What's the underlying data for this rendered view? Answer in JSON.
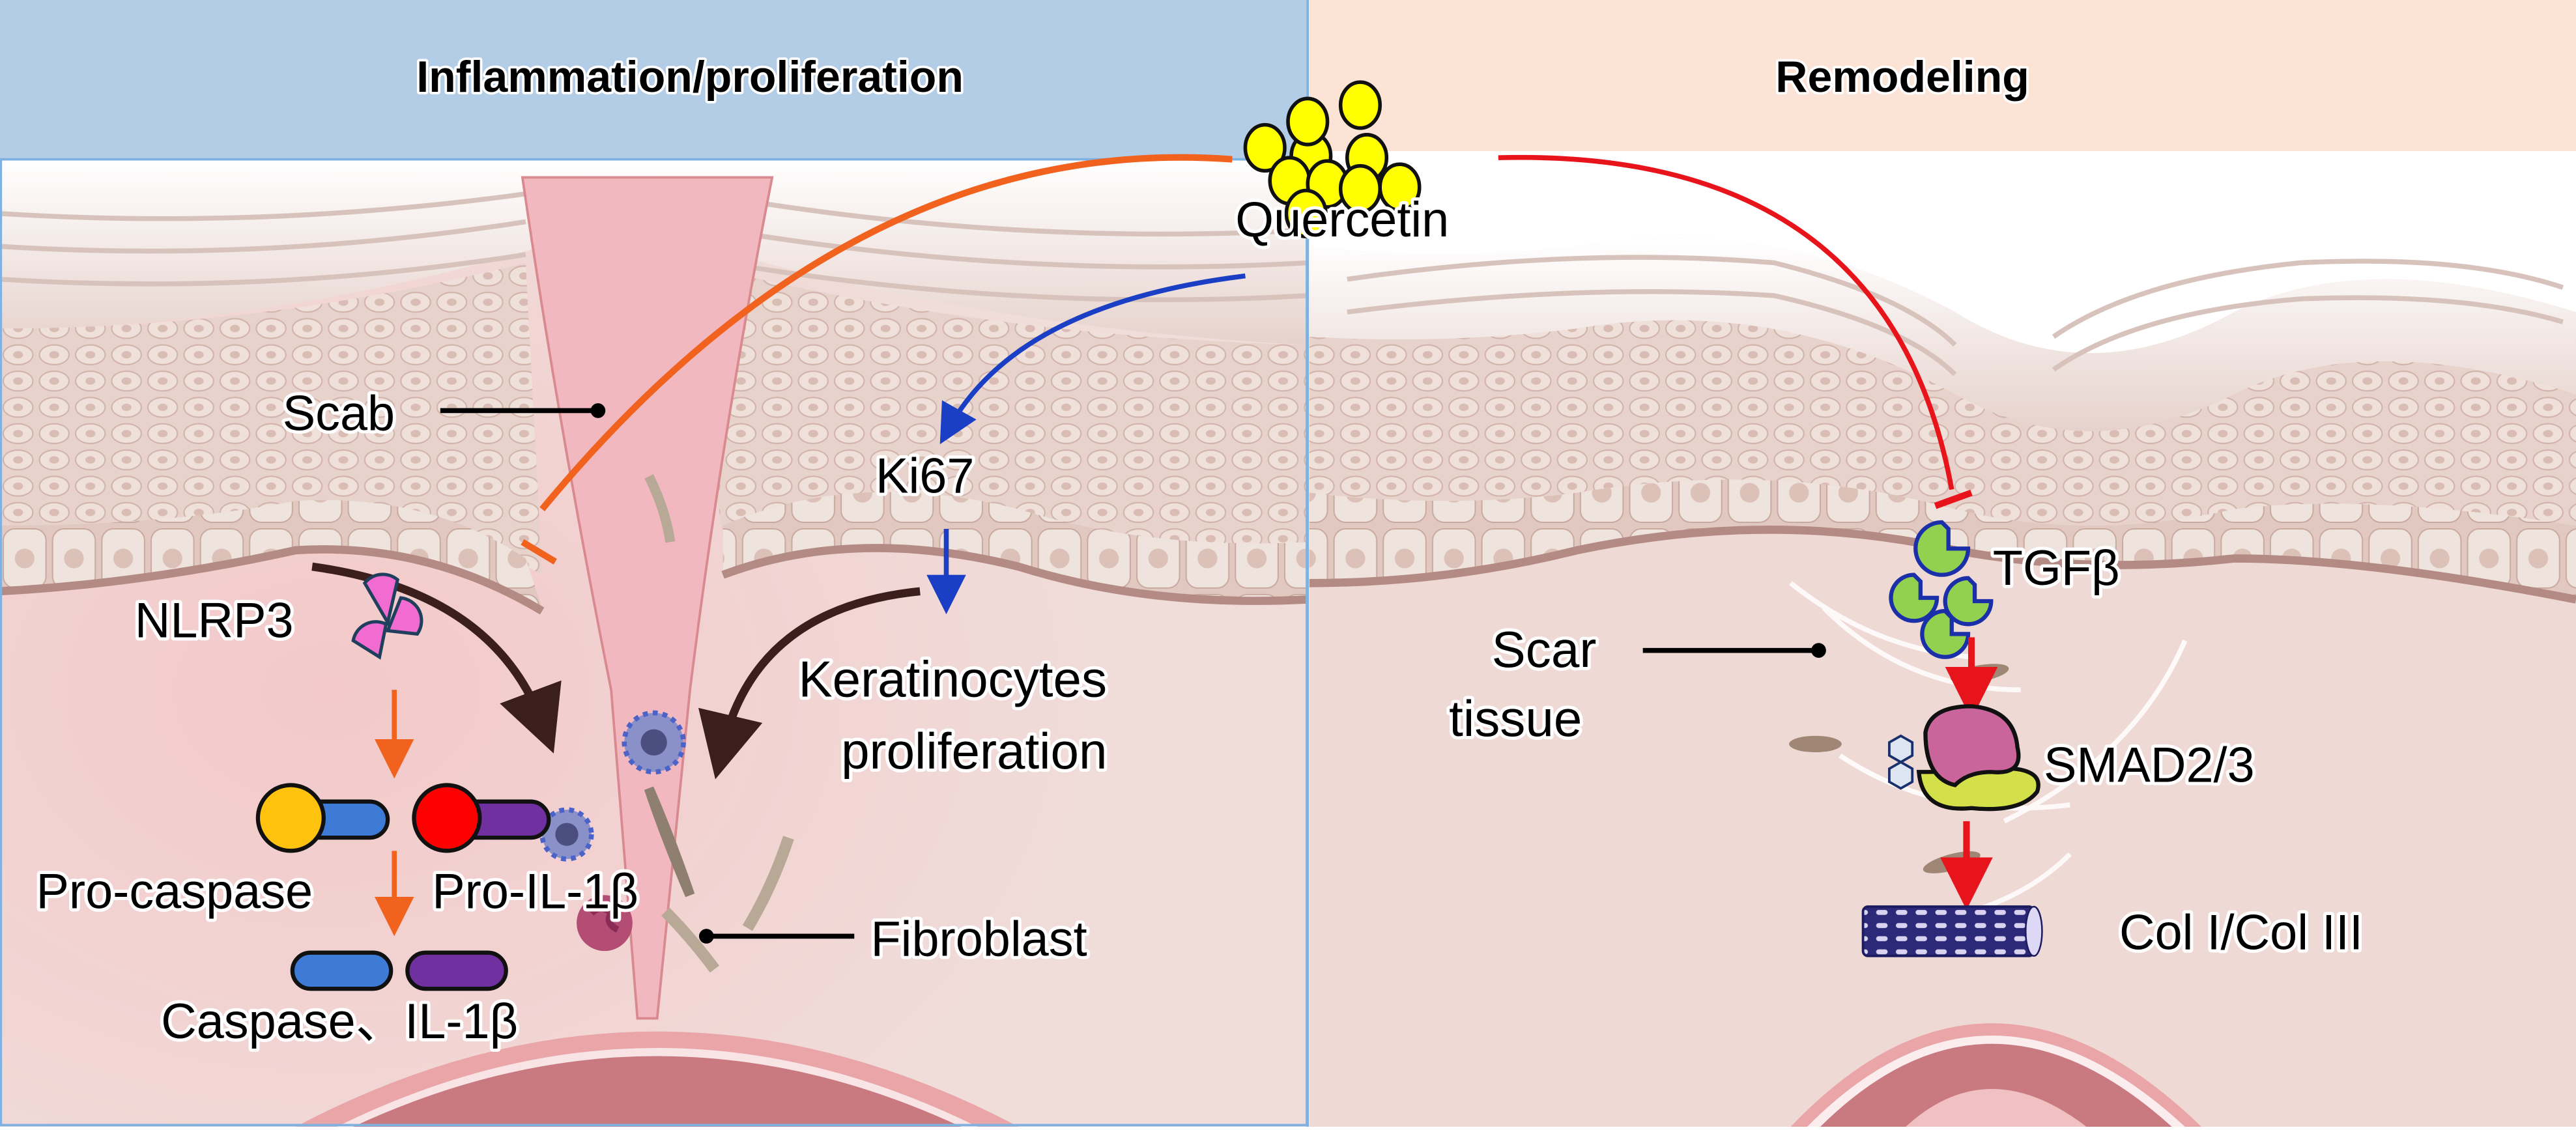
{
  "panels": {
    "left": {
      "title": "Inflammation/proliferation",
      "header_color": "#b4cde6",
      "labels": {
        "scab": "Scab",
        "nlrp3": "NLRP3",
        "pro_caspase": "Pro-caspase",
        "pro_il1b": "Pro-IL-1β",
        "caspase_il1b": "Caspase、IL-1β",
        "ki67": "Ki67",
        "keratinocytes_line1": "Keratinocytes",
        "keratinocytes_line2": "proliferation",
        "fibroblast": "Fibroblast"
      }
    },
    "right": {
      "title": "Remodeling",
      "header_color": "#fbe3d6",
      "labels": {
        "scar_line1": "Scar",
        "scar_line2": "tissue",
        "tgfb": "TGFβ",
        "smad": "SMAD2/3",
        "collagen": "Col I/Col III"
      }
    }
  },
  "center": {
    "drug": "Quercetin",
    "drug_color": "#ffff00"
  },
  "colors": {
    "inhibit_orange": "#f0621e",
    "promote_blue": "#1a3fc4",
    "remodel_red": "#e8141c",
    "skin_dermis": "#efd9d4",
    "wound_pink": "#f2b8c0",
    "vessel": "#c87a80",
    "tgfb_green": "#92d050",
    "smad_magenta": "#c9659a",
    "smad_yellow": "#d4e04a",
    "collagen_navy": "#2c2a78"
  },
  "icons": {
    "quercetin": "molecule-cluster-icon",
    "nlrp3": "nlrp3-complex-icon",
    "tgfb": "tgfb-protein-icon",
    "smad": "smad-complex-icon",
    "collagen": "collagen-fiber-icon",
    "macrophage": "immune-cell-icon",
    "neutrophil": "neutrophil-icon",
    "fibroblast": "fibroblast-cell-icon"
  }
}
